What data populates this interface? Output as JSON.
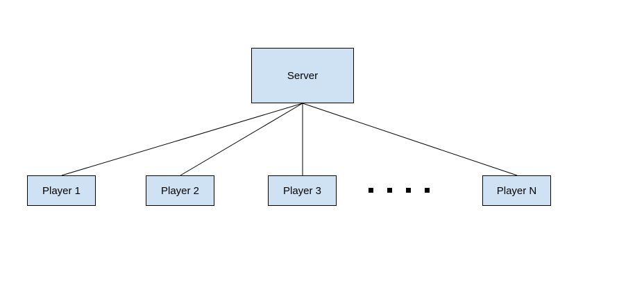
{
  "diagram": {
    "nodes": {
      "server": {
        "label": "Server"
      },
      "player_1": {
        "label": "Player 1"
      },
      "player_2": {
        "label": "Player 2"
      },
      "player_3": {
        "label": "Player 3"
      },
      "player_n": {
        "label": "Player N"
      }
    },
    "edges": [
      {
        "from": "server",
        "to": "player_1"
      },
      {
        "from": "server",
        "to": "player_2"
      },
      {
        "from": "server",
        "to": "player_3"
      },
      {
        "from": "server",
        "to": "player_n"
      }
    ],
    "ellipsis": {
      "dot_count": 4
    },
    "colors": {
      "node_fill": "#cfe2f3",
      "node_border": "#000000",
      "edge": "#000000",
      "text": "#000000"
    }
  }
}
